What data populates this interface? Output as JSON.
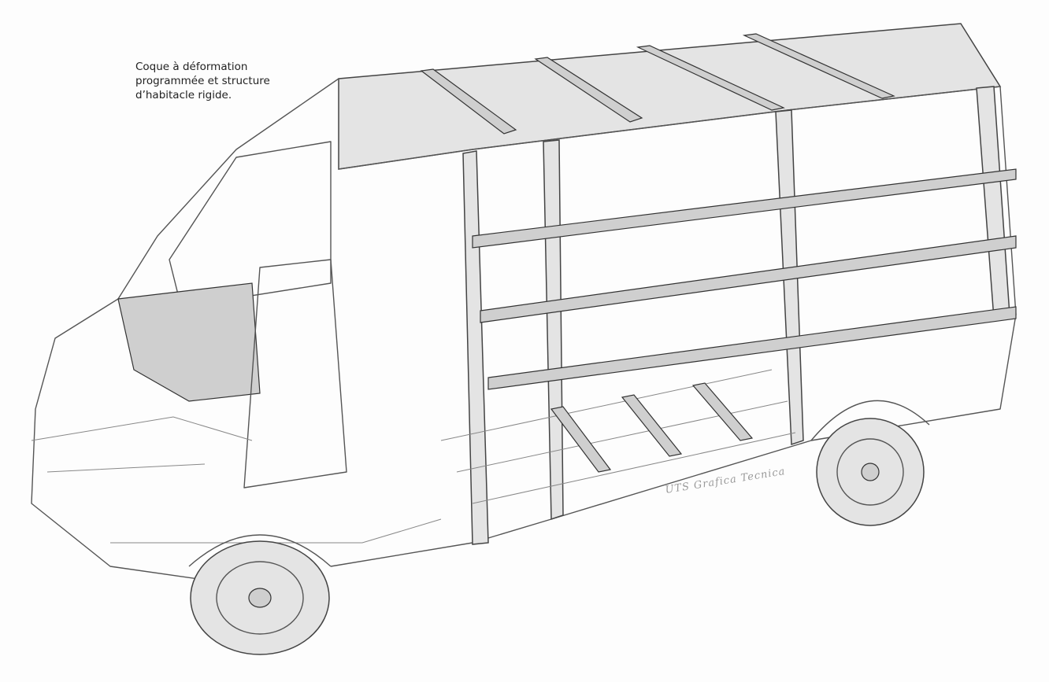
{
  "caption": {
    "lines": [
      "Coque à déformation",
      "programmée et structure",
      "d’habitacle rigide."
    ]
  },
  "signature": "UTS Grafica Tecnica",
  "colors": {
    "background": "#fdfdfd",
    "line": "#555555",
    "text": "#222222"
  }
}
